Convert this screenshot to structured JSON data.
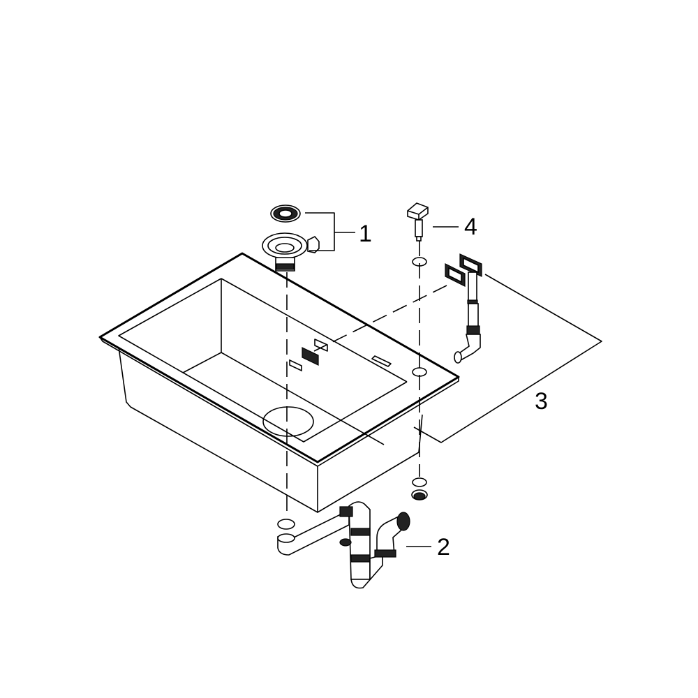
{
  "diagram": {
    "type": "exploded-assembly-view",
    "subject": "kitchen sink with accessories",
    "colors": {
      "line": "#000000",
      "background": "#ffffff"
    },
    "callouts": [
      {
        "id": "1",
        "label": "1",
        "part": "strainer basket and waste outlet"
      },
      {
        "id": "2",
        "label": "2",
        "part": "siphon / drain trap"
      },
      {
        "id": "3",
        "label": "3",
        "part": "overflow assembly"
      },
      {
        "id": "4",
        "label": "4",
        "part": "pop-up button"
      }
    ]
  }
}
